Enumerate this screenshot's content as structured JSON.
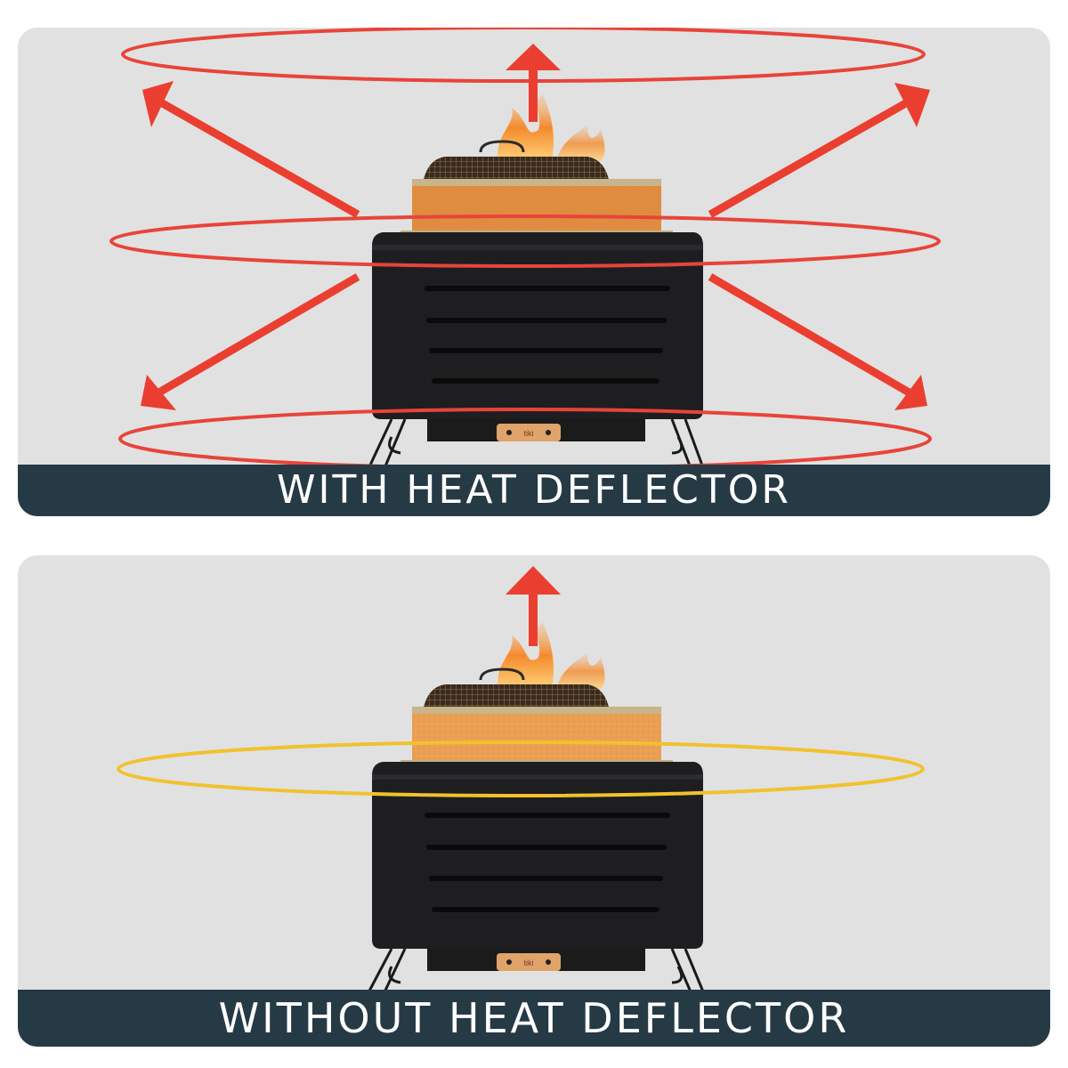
{
  "panels": [
    {
      "id": "with",
      "label": "WITH HEAT DEFLECTOR",
      "ring_color": "#e8443a",
      "arrow_color": "#ea3f30",
      "arrows": [
        "up",
        "up-left",
        "up-right",
        "down-left",
        "down-right"
      ],
      "rings": 3
    },
    {
      "id": "without",
      "label": "WITHOUT HEAT DEFLECTOR",
      "ring_color": "#f2c12e",
      "arrow_color": "#ea3f30",
      "arrows": [
        "up"
      ],
      "rings": 1
    }
  ],
  "product": {
    "brand_tag": "tiki",
    "body_color": "#1d1d1f",
    "mesh_color": "#c9b58a",
    "handle_color": "#e0a36a"
  },
  "colors": {
    "panel_bg": "#e1e1e1",
    "banner_bg": "#263a46",
    "banner_text": "#ffffff"
  }
}
